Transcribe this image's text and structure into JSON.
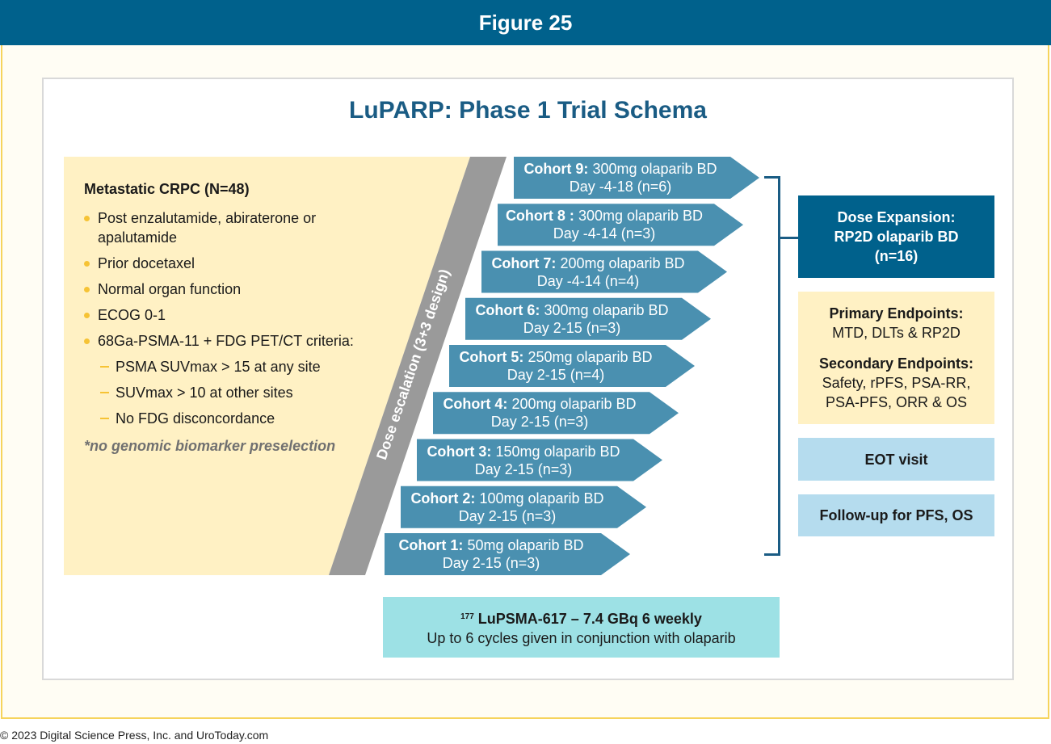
{
  "header": {
    "title": "Figure 25"
  },
  "diagram": {
    "title": "LuPARP: Phase 1 Trial Schema",
    "criteria": {
      "heading": "Metastatic CRPC (N=48)",
      "items": [
        "Post enzalutamide, abiraterone or apalutamide",
        "Prior docetaxel",
        "Normal organ function",
        "ECOG 0-1",
        "68Ga-PSMA-11 + FDG PET/CT criteria:"
      ],
      "subitems": [
        "PSMA SUVmax > 15 at any site",
        "SUVmax > 10 at other sites",
        "No FDG disconcordance"
      ],
      "note": "*no genomic biomarker preselection"
    },
    "escalation_label": "Dose escalation (3+3 design)",
    "cohorts": [
      {
        "label": "Cohort 9:",
        "dose": "300mg olaparib BD",
        "days": "Day -4-18 (n=6)"
      },
      {
        "label": "Cohort 8 :",
        "dose": "300mg olaparib BD",
        "days": "Day -4-14 (n=3)"
      },
      {
        "label": "Cohort 7:",
        "dose": "200mg olaparib BD",
        "days": "Day -4-14 (n=4)"
      },
      {
        "label": "Cohort 6:",
        "dose": "300mg olaparib BD",
        "days": "Day 2-15 (n=3)"
      },
      {
        "label": "Cohort 5:",
        "dose": "250mg olaparib BD",
        "days": "Day 2-15 (n=4)"
      },
      {
        "label": "Cohort 4:",
        "dose": "200mg olaparib BD",
        "days": "Day 2-15 (n=3)"
      },
      {
        "label": "Cohort 3:",
        "dose": "150mg olaparib BD",
        "days": "Day 2-15 (n=3)"
      },
      {
        "label": "Cohort 2:",
        "dose": "100mg olaparib BD",
        "days": "Day 2-15 (n=3)"
      },
      {
        "label": "Cohort 1:",
        "dose": "50mg olaparib BD",
        "days": "Day 2-15 (n=3)"
      }
    ],
    "expansion": {
      "line1": "Dose Expansion:",
      "line2": "RP2D olaparib BD",
      "line3": "(n=16)"
    },
    "endpoints": {
      "primary_label": "Primary Endpoints:",
      "primary_value": "MTD, DLTs & RP2D",
      "secondary_label": "Secondary Endpoints:",
      "secondary_line1": "Safety, rPFS, PSA-RR,",
      "secondary_line2": "PSA-PFS, ORR & OS"
    },
    "eot": "EOT visit",
    "followup": "Follow-up for PFS, OS",
    "lupsma": {
      "superscript": "177",
      "line1": "LuPSMA-617 – 7.4 GBq 6 weekly",
      "line2": "Up to 6 cycles given in conjunction with olaparib"
    }
  },
  "footer": {
    "copyright": "© 2023 Digital Science Press, Inc. and UroToday.com"
  },
  "colors": {
    "header": "#00618c",
    "arrow": "#4a90b0",
    "criteria_bg": "#fff1c4",
    "escalation_band": "#9a9a9a",
    "expansion": "#00618c",
    "endpoints_bg": "#fff1c4",
    "light_blue": "#b5dcee",
    "cyan": "#9de1e5",
    "bracket": "#1a5c84"
  }
}
